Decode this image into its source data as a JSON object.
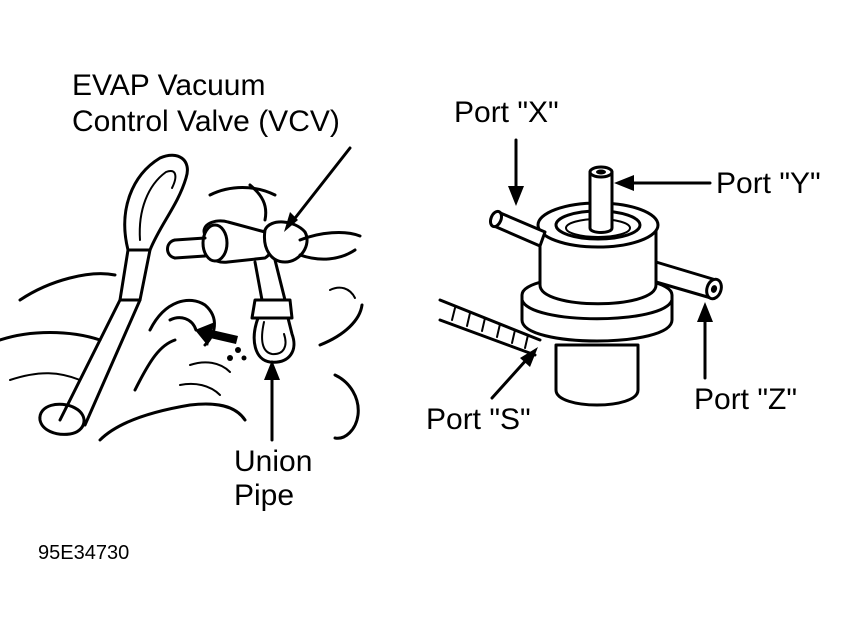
{
  "labels": {
    "vcv_line1": "EVAP Vacuum",
    "vcv_line2": "Control Valve (VCV)",
    "union_line1": "Union",
    "union_line2": "Pipe",
    "port_x": "Port \"X\"",
    "port_y": "Port \"Y\"",
    "port_z": "Port \"Z\"",
    "port_s": "Port \"S\""
  },
  "figure_id": "95E34730"
}
